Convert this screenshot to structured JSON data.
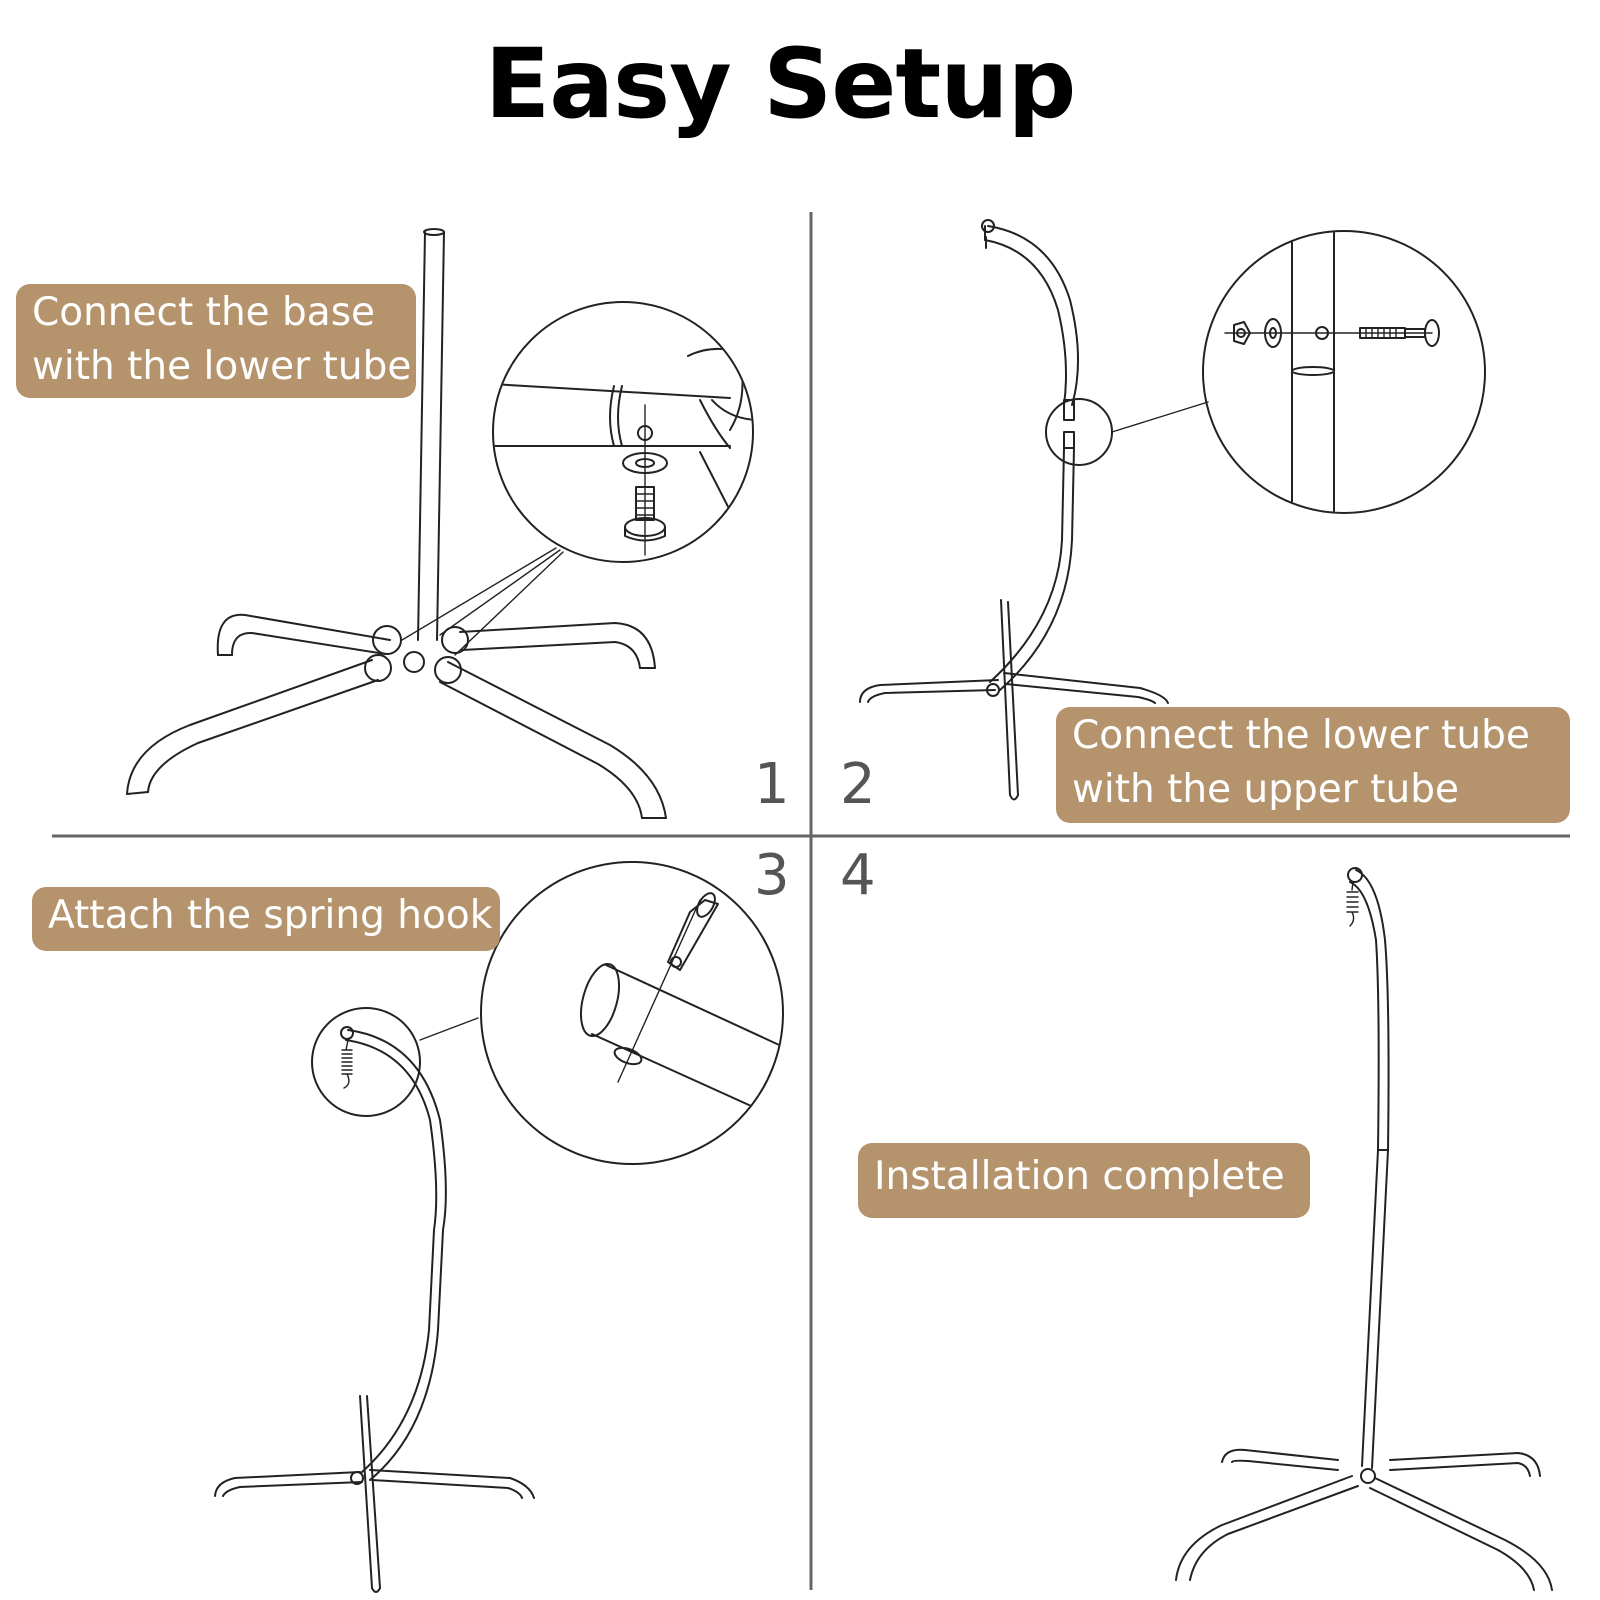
{
  "title": "Easy Setup",
  "steps": [
    {
      "number": "1",
      "lines": [
        "Connect the base",
        "with the lower tube"
      ]
    },
    {
      "number": "2",
      "lines": [
        "Connect the lower tube",
        "with the upper tube"
      ]
    },
    {
      "number": "3",
      "lines": [
        "Attach the spring hook"
      ]
    },
    {
      "number": "4",
      "lines": [
        "Installation complete"
      ]
    }
  ],
  "colors": {
    "label_background": "#b5936c",
    "label_text": "#ffffff",
    "divider": "#666666",
    "step_number": "#555555"
  },
  "icons": [
    "stand-base-illustration",
    "base-joint-magnifier",
    "tube-connection-magnifier",
    "spring-hook-magnifier",
    "complete-stand-illustration"
  ]
}
